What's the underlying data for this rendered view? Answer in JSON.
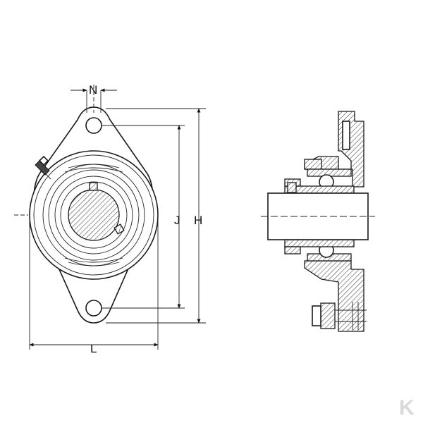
{
  "drawing": {
    "dimensions": {
      "n": "N",
      "j": "J",
      "h": "H",
      "l": "L"
    },
    "watermark": "K"
  },
  "colors": {
    "line": "#1a1a1a",
    "watermark": "#d9d9d9"
  }
}
